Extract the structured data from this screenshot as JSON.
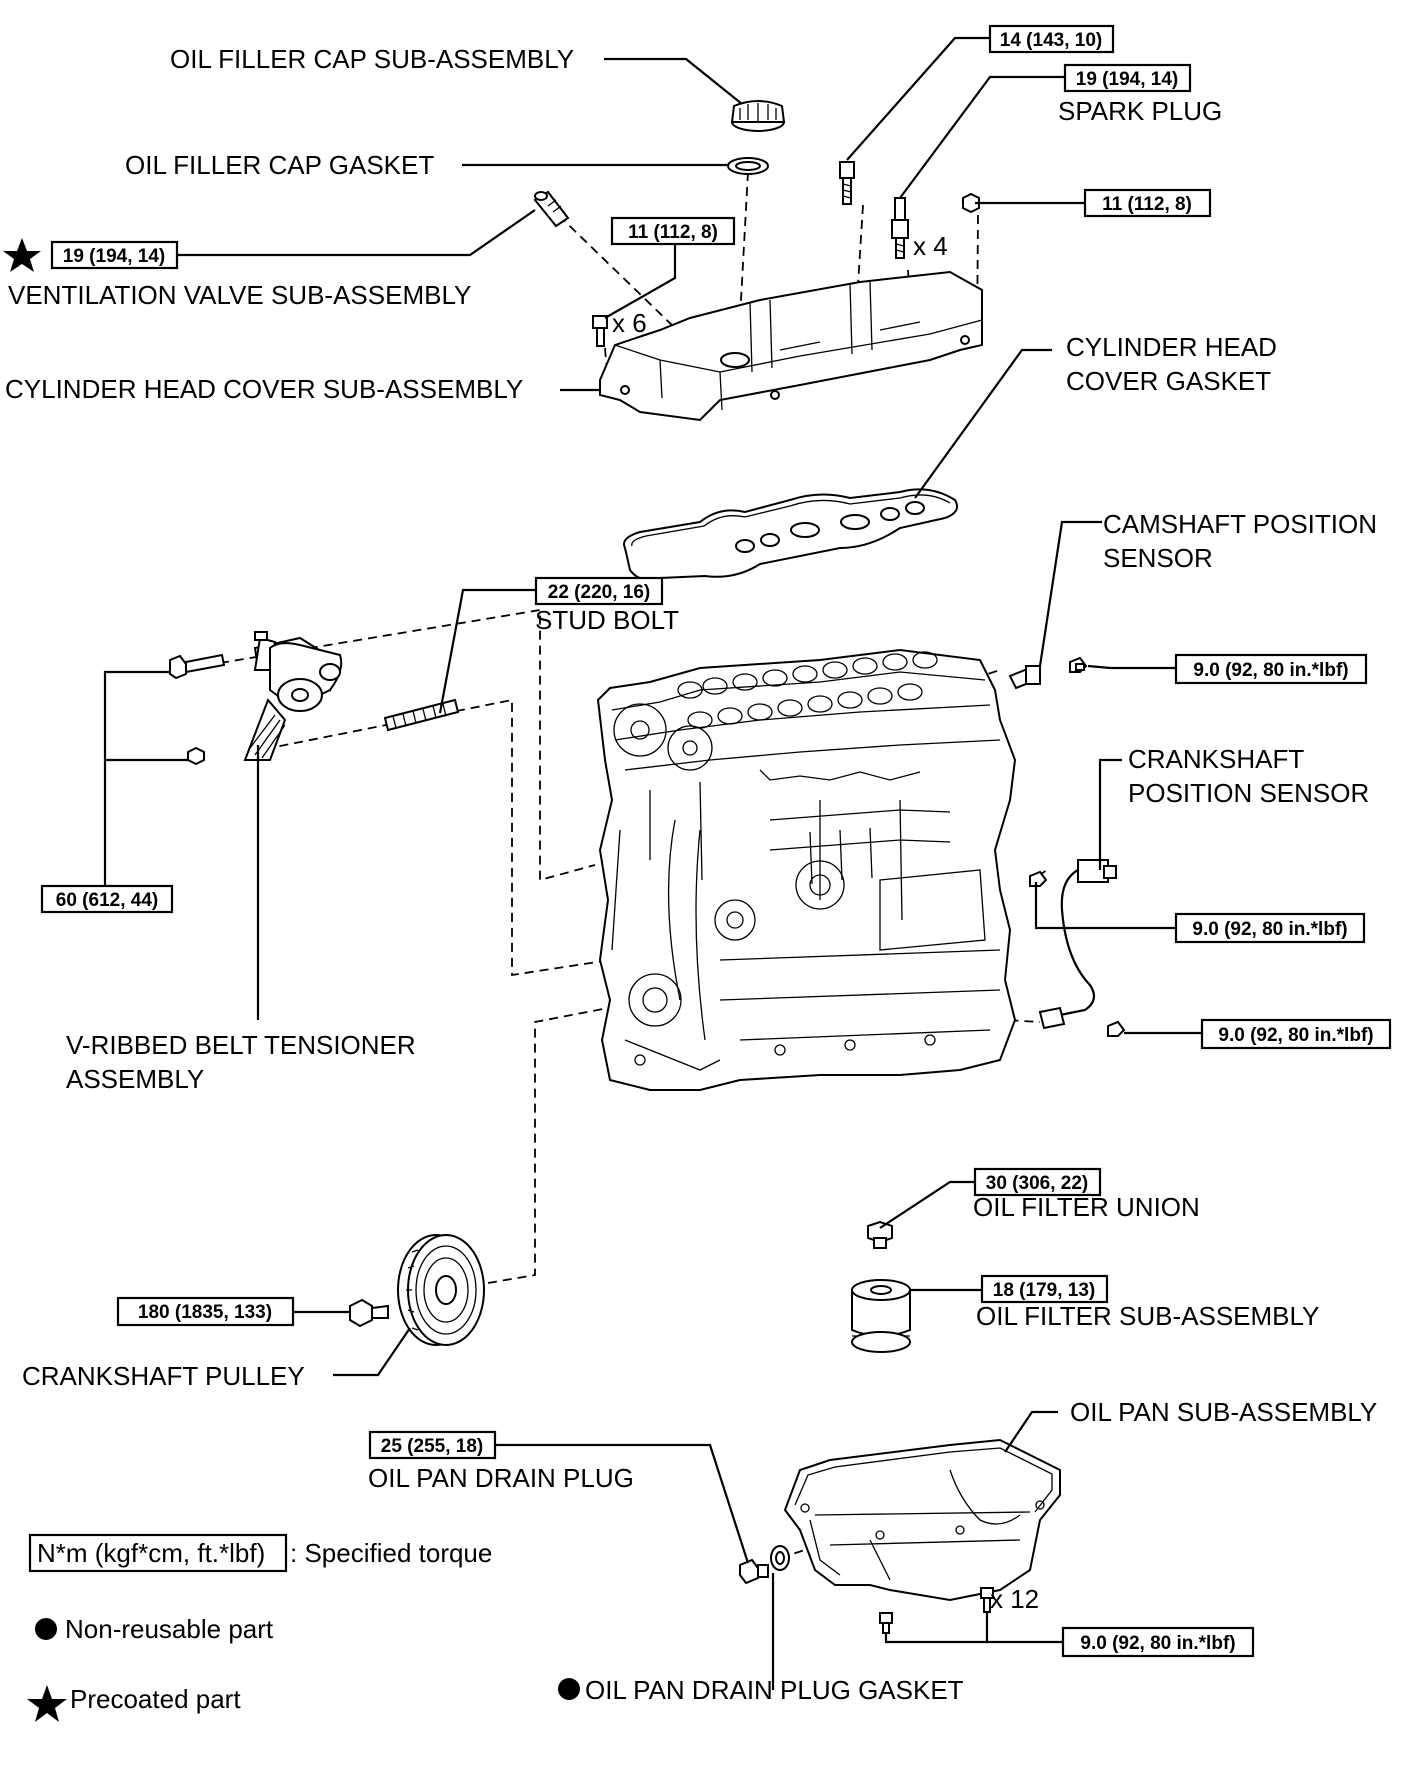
{
  "labels": {
    "oil_filler_cap": "OIL FILLER CAP SUB-ASSEMBLY",
    "oil_filler_cap_gasket": "OIL FILLER CAP GASKET",
    "ventilation_valve": "VENTILATION VALVE SUB-ASSEMBLY",
    "cylinder_head_cover": "CYLINDER HEAD COVER SUB-ASSEMBLY",
    "spark_plug": "SPARK PLUG",
    "cover_gasket_1": "CYLINDER HEAD",
    "cover_gasket_2": "COVER GASKET",
    "camshaft_sensor_1": "CAMSHAFT POSITION",
    "camshaft_sensor_2": "SENSOR",
    "crankshaft_sensor_1": "CRANKSHAFT",
    "crankshaft_sensor_2": "POSITION SENSOR",
    "stud_bolt": "STUD BOLT",
    "belt_tensioner_1": "V-RIBBED BELT TENSIONER",
    "belt_tensioner_2": "ASSEMBLY",
    "oil_filter_union": "OIL FILTER UNION",
    "oil_filter": "OIL FILTER SUB-ASSEMBLY",
    "crankshaft_pulley": "CRANKSHAFT PULLEY",
    "oil_pan": "OIL PAN SUB-ASSEMBLY",
    "oil_pan_drain_plug": "OIL PAN DRAIN PLUG",
    "oil_pan_drain_plug_gasket": "OIL PAN DRAIN PLUG GASKET"
  },
  "quantities": {
    "spark_plug": "x 4",
    "cover_bolts": "x 6",
    "oil_pan_bolts": "x 12"
  },
  "torques": {
    "cover_stud": "14 (143, 10)",
    "spark_plug": "19 (194, 14)",
    "cover_nut": "11 (112, 8)",
    "ventilation_valve": "19 (194, 14)",
    "cover_bolts": "11 (112, 8)",
    "stud_bolt": "22 (220, 16)",
    "camshaft_sensor": "9.0 (92, 80 in.*lbf)",
    "crankshaft_sensor_upper": "9.0 (92, 80 in.*lbf)",
    "crankshaft_sensor_lower": "9.0 (92, 80 in.*lbf)",
    "belt_tensioner": "60 (612, 44)",
    "oil_filter_union": "30 (306, 22)",
    "oil_filter": "18 (179, 13)",
    "crankshaft_pulley": "180 (1835, 133)",
    "oil_pan_drain_plug": "25 (255, 18)",
    "oil_pan_bolts": "9.0 (92, 80 in.*lbf)"
  },
  "legend": {
    "torque_box": "N*m (kgf*cm, ft.*lbf)",
    "torque_desc": ": Specified torque",
    "non_reusable": "Non-reusable part",
    "precoated": "Precoated part"
  }
}
